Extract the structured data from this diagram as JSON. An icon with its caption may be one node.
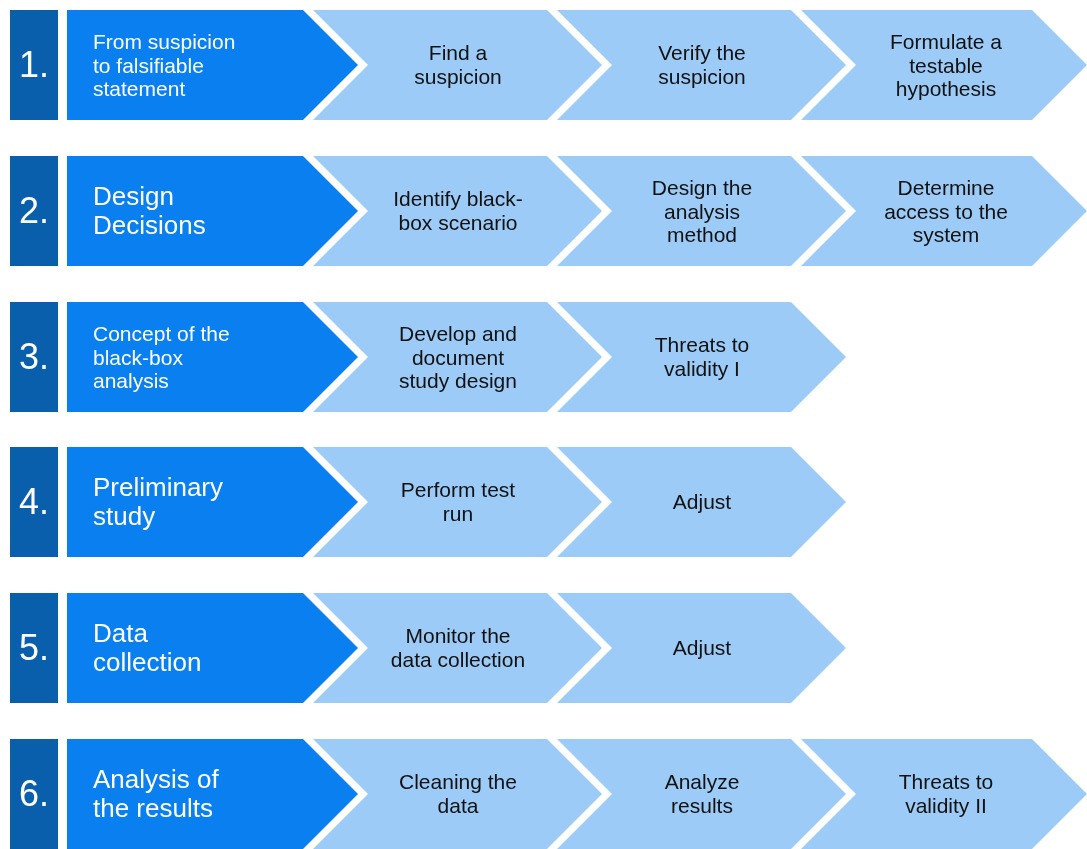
{
  "diagram": {
    "nodes": [
      {
        "text": [
          "1."
        ]
      },
      {
        "text": [
          "From suspicion to falsifiable statement"
        ]
      },
      {
        "text": [
          "Find a suspicion"
        ]
      },
      {
        "text": [
          "Verify the suspicion"
        ]
      },
      {
        "text": [
          "Formulate a testable hypothesis"
        ]
      },
      {
        "text": [
          "2."
        ]
      },
      {
        "text": [
          "Design Decisions"
        ]
      },
      {
        "text": [
          "Identify black-box scenario"
        ]
      },
      {
        "text": [
          "Design the analysis method"
        ]
      },
      {
        "text": [
          "Determine access to the system"
        ]
      },
      {
        "text": [
          "3."
        ]
      },
      {
        "text": [
          "Concept of the black-box analysis"
        ]
      },
      {
        "text": [
          "Develop and document study design"
        ]
      },
      {
        "text": [
          "Threats to validity I"
        ]
      },
      {
        "text": [
          "4."
        ]
      },
      {
        "text": [
          "Preliminary study"
        ]
      },
      {
        "text": [
          "Perform test run"
        ]
      },
      {
        "text": [
          "Adjust"
        ]
      },
      {
        "text": [
          "5."
        ]
      },
      {
        "text": [
          "Data collection"
        ]
      },
      {
        "text": [
          "Monitor the data collection"
        ]
      },
      {
        "text": [
          "Adjust"
        ]
      },
      {
        "text": [
          "6."
        ]
      },
      {
        "text": [
          "Analysis of the results"
        ]
      },
      {
        "text": [
          "Cleaning the data"
        ]
      },
      {
        "text": [
          "Analyze results"
        ]
      },
      {
        "text": [
          "Threats to validity II"
        ]
      }
    ]
  }
}
